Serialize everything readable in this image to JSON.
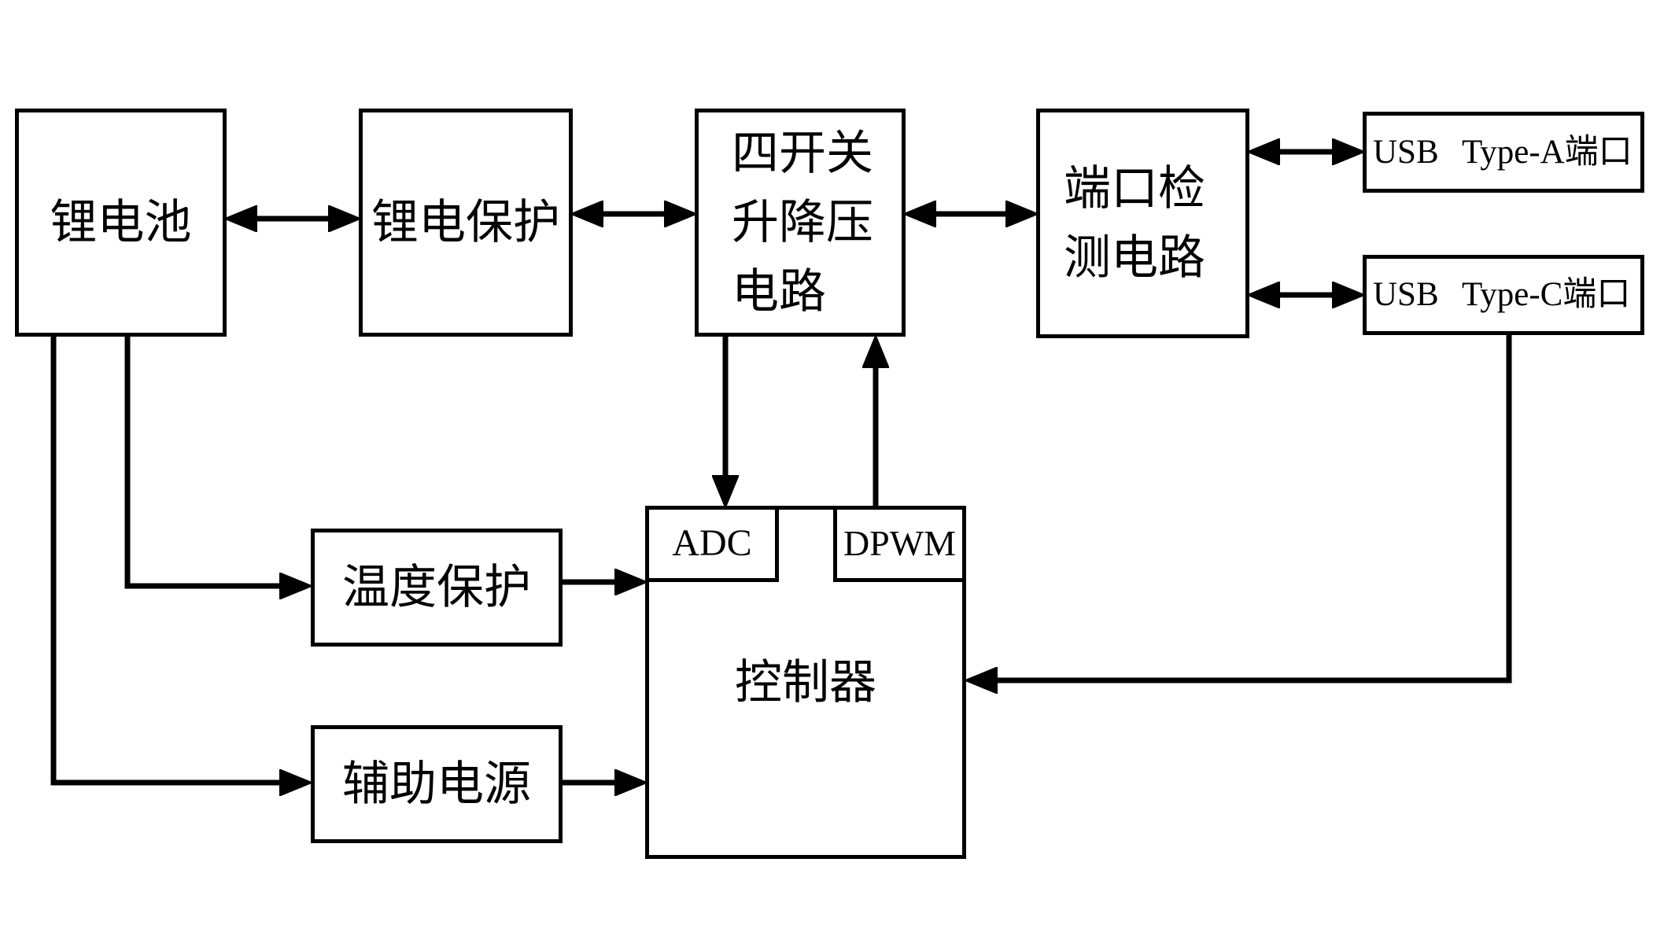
{
  "diagram": {
    "colors": {
      "background": "#ffffff",
      "line": "#000000",
      "text": "#000000"
    },
    "blocks": {
      "battery": {
        "label": "锂电池"
      },
      "battery_protection": {
        "label": "锂电保护"
      },
      "buck_boost": {
        "label": "四开关升降压电路",
        "lines": [
          "四开关",
          "升降压",
          "电路"
        ]
      },
      "port_detection": {
        "label": "端口检测电路",
        "lines": [
          "端口检",
          "测电路"
        ]
      },
      "usb_type_a": {
        "label": "USB Type-A端口"
      },
      "usb_type_c": {
        "label": "USB Type-C端口"
      },
      "temperature_protection": {
        "label": "温度保护"
      },
      "auxiliary_power": {
        "label": "辅助电源"
      },
      "controller": {
        "label": "控制器"
      },
      "adc": {
        "label": "ADC"
      },
      "dpwm": {
        "label": "DPWM"
      }
    },
    "connections": [
      {
        "from": "锂电池",
        "to": "锂电保护",
        "type": "bidirectional"
      },
      {
        "from": "锂电保护",
        "to": "四开关升降压电路",
        "type": "bidirectional"
      },
      {
        "from": "四开关升降压电路",
        "to": "端口检测电路",
        "type": "bidirectional"
      },
      {
        "from": "端口检测电路",
        "to": "USB Type-A端口",
        "type": "bidirectional"
      },
      {
        "from": "端口检测电路",
        "to": "USB Type-C端口",
        "type": "bidirectional"
      },
      {
        "from": "四开关升降压电路",
        "to": "ADC",
        "type": "one-way"
      },
      {
        "from": "DPWM",
        "to": "四开关升降压电路",
        "type": "one-way"
      },
      {
        "from": "锂电池",
        "to": "温度保护",
        "type": "one-way"
      },
      {
        "from": "锂电池",
        "to": "辅助电源",
        "type": "one-way"
      },
      {
        "from": "温度保护",
        "to": "控制器",
        "type": "one-way"
      },
      {
        "from": "辅助电源",
        "to": "控制器",
        "type": "one-way"
      },
      {
        "from": "USB Type-C端口",
        "to": "控制器",
        "type": "one-way"
      }
    ]
  }
}
